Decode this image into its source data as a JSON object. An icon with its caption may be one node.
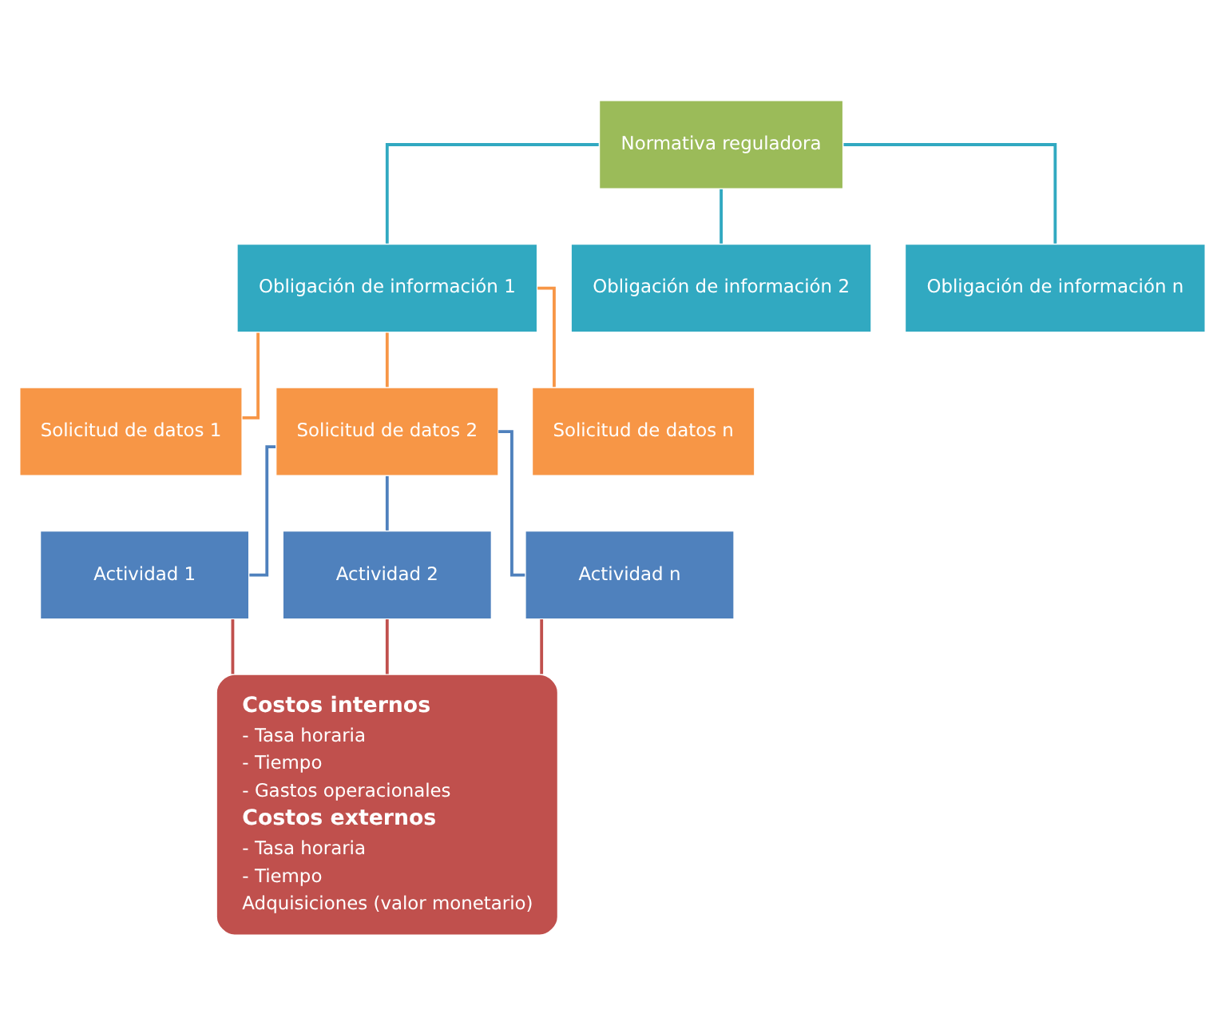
{
  "diagram": {
    "nodes": [
      {
        "text": [
          "Normativa reguladora"
        ]
      },
      {
        "text": [
          "Obligación de información 1"
        ]
      },
      {
        "text": [
          "Obligación de información 2"
        ]
      },
      {
        "text": [
          "Obligación de información n"
        ]
      },
      {
        "text": [
          "Solicitud de datos 1"
        ]
      },
      {
        "text": [
          "Solicitud de datos 2"
        ]
      },
      {
        "text": [
          "Solicitud de datos n"
        ]
      },
      {
        "text": [
          "Actividad 1"
        ]
      },
      {
        "text": [
          "Actividad 2"
        ]
      },
      {
        "text": [
          "Actividad n"
        ]
      },
      {
        "text": [
          "Costos internos",
          "- Tasa horaria",
          "- Tiempo",
          "- Gastos operacionales",
          "Costos externos",
          "- Tasa horaria",
          "- Tiempo",
          "Adquisiciones (valor monetario)"
        ]
      }
    ],
    "edges": [
      {
        "from": 0,
        "to": 1,
        "arrow": "none",
        "color": "#31a9c1"
      },
      {
        "from": 0,
        "to": 2,
        "arrow": "none",
        "color": "#31a9c1"
      },
      {
        "from": 0,
        "to": 3,
        "arrow": "none",
        "color": "#31a9c1"
      },
      {
        "from": 1,
        "to": 4,
        "arrow": "none",
        "color": "#f79646"
      },
      {
        "from": 1,
        "to": 5,
        "arrow": "none",
        "color": "#f79646"
      },
      {
        "from": 1,
        "to": 6,
        "arrow": "none",
        "color": "#f79646"
      },
      {
        "from": 5,
        "to": 7,
        "arrow": "none",
        "color": "#4f81bd"
      },
      {
        "from": 5,
        "to": 8,
        "arrow": "none",
        "color": "#4f81bd"
      },
      {
        "from": 5,
        "to": 9,
        "arrow": "none",
        "color": "#4f81bd"
      },
      {
        "from": 7,
        "to": 10,
        "arrow": "none",
        "color": "#c0504d"
      },
      {
        "from": 8,
        "to": 10,
        "arrow": "none",
        "color": "#c0504d"
      },
      {
        "from": 9,
        "to": 10,
        "arrow": "none",
        "color": "#c0504d"
      }
    ]
  }
}
